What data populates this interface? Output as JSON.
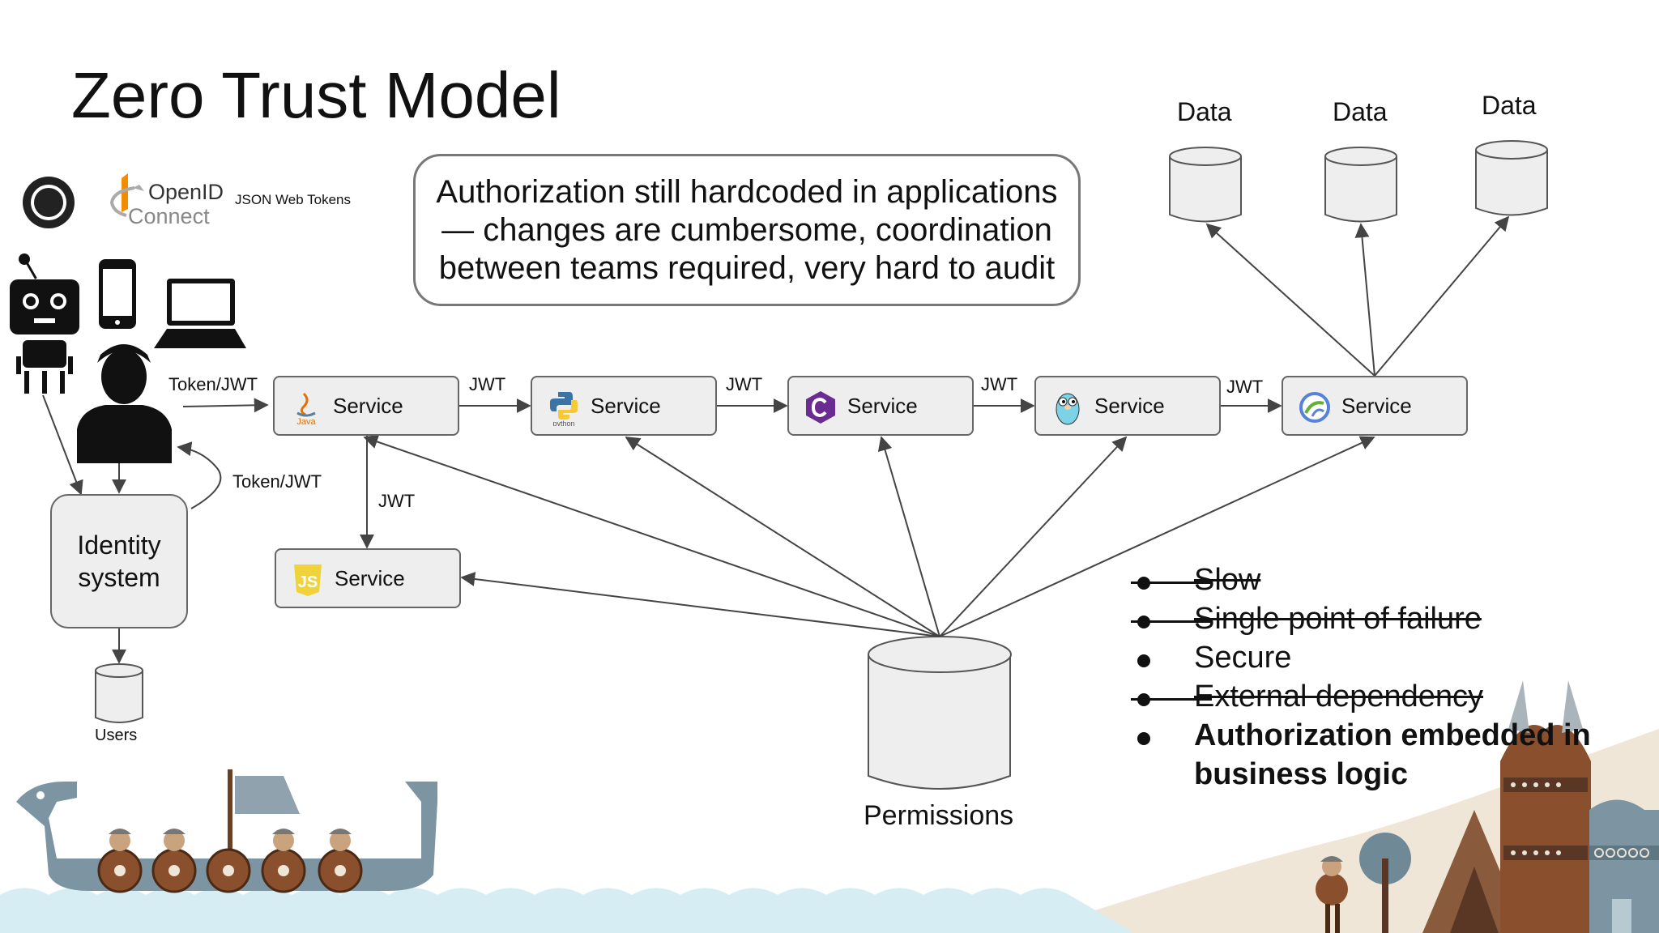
{
  "title": "Zero Trust Model",
  "callout": {
    "lines": [
      "Authorization still hardcoded in applications",
      "— changes are cumbersome, coordination",
      "between teams required, very hard to audit"
    ]
  },
  "logos": {
    "oauth": "2",
    "openid_line1": "OpenID",
    "openid_line2": "Connect",
    "jwt": "JSON Web Tokens"
  },
  "clients": [
    "robot-icon",
    "phone-icon",
    "laptop-icon",
    "user-icon"
  ],
  "identity": {
    "line1": "Identity",
    "line2": "system",
    "store": "Users"
  },
  "services": [
    {
      "label": "Service",
      "icon": "java-icon"
    },
    {
      "label": "Service",
      "icon": "python-icon"
    },
    {
      "label": "Service",
      "icon": "csharp-icon"
    },
    {
      "label": "Service",
      "icon": "go-gopher-icon"
    },
    {
      "label": "Service",
      "icon": "clojure-icon"
    },
    {
      "label": "Service",
      "icon": "javascript-icon"
    }
  ],
  "java_caption": "Java",
  "python_caption": "python",
  "js_glyph": "JS",
  "edge_labels": {
    "token_in": "Token/JWT",
    "token_back": "Token/JWT",
    "jwt": "JWT"
  },
  "data_stores": [
    "Data",
    "Data",
    "Data"
  ],
  "permissions": "Permissions",
  "properties": [
    {
      "text": "Slow",
      "struck": true,
      "bold": false
    },
    {
      "text": "Single point of failure",
      "struck": true,
      "bold": false
    },
    {
      "text": "Secure",
      "struck": false,
      "bold": false
    },
    {
      "text": "External dependency",
      "struck": true,
      "bold": false
    },
    {
      "text": "Authorization embedded in business logic",
      "struck": false,
      "bold": true
    }
  ],
  "colors": {
    "box_fill": "#eeeeee",
    "box_stroke": "#666666",
    "water": "#d6eef3",
    "sand": "#efe6d8",
    "ship": "#7d95a3",
    "shield": "#8a4f2c",
    "js": "#f0d23a",
    "csharp": "#6a2c91"
  }
}
